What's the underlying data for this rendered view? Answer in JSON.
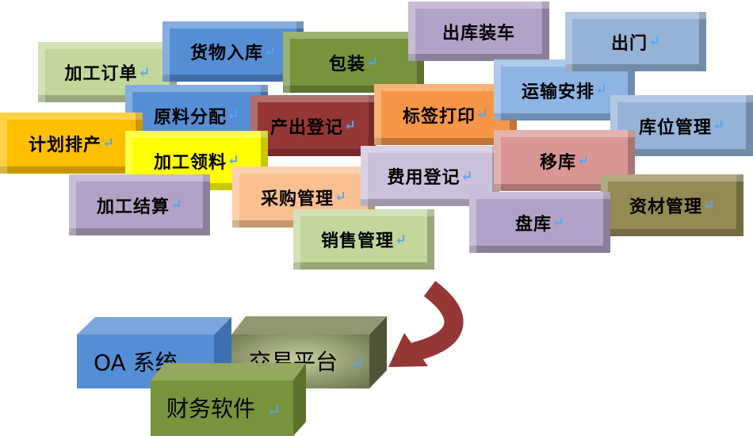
{
  "return_mark": "↵",
  "modules": [
    {
      "id": "jiagong-dingdan",
      "label": "加工订单",
      "color": "#c3d69b",
      "ret": true
    },
    {
      "id": "huowu-ruku",
      "label": "货物入库",
      "color": "#558ed5",
      "ret": true
    },
    {
      "id": "baozhuang",
      "label": "包装",
      "color": "#77933c",
      "ret": true
    },
    {
      "id": "chuku-zhuangche",
      "label": "出库装车",
      "color": "#b3a2c7",
      "ret": false
    },
    {
      "id": "yuanliao-fenpei",
      "label": "原料分配",
      "color": "#558ed5",
      "ret": true
    },
    {
      "id": "chanchu-dengji",
      "label": "产出登记",
      "color": "#953735",
      "ret": true
    },
    {
      "id": "biaoqian-dayin",
      "label": "标签打印",
      "color": "#f79646",
      "ret": true
    },
    {
      "id": "yunshu-anpai",
      "label": "运输安排",
      "color": "#8eb4e3",
      "ret": true
    },
    {
      "id": "chumen",
      "label": "出门",
      "color": "#95b3d7",
      "ret": true
    },
    {
      "id": "kuwei-guanli",
      "label": "库位管理",
      "color": "#95b3d7",
      "ret": true
    },
    {
      "id": "jihua-paichan",
      "label": "计划排产",
      "color": "#ffc000",
      "ret": true
    },
    {
      "id": "jiagong-lingliao",
      "label": "加工领料",
      "color": "#ffff00",
      "ret": true
    },
    {
      "id": "jiagong-jiesuan",
      "label": "加工结算",
      "color": "#b3a2c7",
      "ret": true
    },
    {
      "id": "caigou-guanli",
      "label": "采购管理",
      "color": "#fac090",
      "ret": true
    },
    {
      "id": "feiyong-dengji",
      "label": "费用登记",
      "color": "#ccc1da",
      "ret": true
    },
    {
      "id": "yiku",
      "label": "移库",
      "color": "#d99694",
      "ret": true
    },
    {
      "id": "zicai-guanli",
      "label": "资材管理",
      "color": "#948a54",
      "ret": true
    },
    {
      "id": "panku",
      "label": "盘库",
      "color": "#b3a2c7",
      "ret": true
    },
    {
      "id": "xiaoshou-guanli",
      "label": "销售管理",
      "color": "#c3d69b",
      "ret": true
    }
  ],
  "systems": {
    "oa": {
      "label": "OA 系统",
      "color": "#558ed5"
    },
    "trade": {
      "label": "交易平台",
      "color": "#c4cf9c"
    },
    "finance": {
      "label": "财务软件",
      "color": "#77933c"
    }
  },
  "arrow_color": "#953735"
}
